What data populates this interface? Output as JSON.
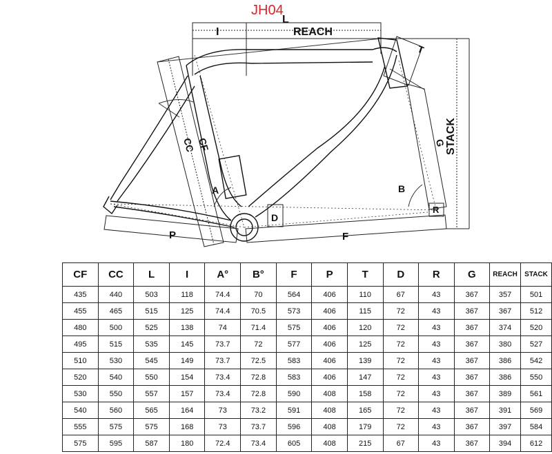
{
  "model": "JH04",
  "labels": {
    "L": "L",
    "I": "I",
    "REACH": "REACH",
    "T": "T",
    "STACK": "STACK",
    "G": "G",
    "B": "B",
    "R": "R",
    "CC": "CC",
    "CF": "CF",
    "A": "A",
    "D": "D",
    "P": "P",
    "F": "F"
  },
  "table": {
    "headers": [
      "CF",
      "CC",
      "L",
      "I",
      "A°",
      "B°",
      "F",
      "P",
      "T",
      "D",
      "R",
      "G",
      "REACH",
      "STACK"
    ],
    "rows": [
      [
        "435",
        "440",
        "503",
        "118",
        "74.4",
        "70",
        "564",
        "406",
        "110",
        "67",
        "43",
        "367",
        "357",
        "501"
      ],
      [
        "455",
        "465",
        "515",
        "125",
        "74.4",
        "70.5",
        "573",
        "406",
        "115",
        "72",
        "43",
        "367",
        "367",
        "512"
      ],
      [
        "480",
        "500",
        "525",
        "138",
        "74",
        "71.4",
        "575",
        "406",
        "120",
        "72",
        "43",
        "367",
        "374",
        "520"
      ],
      [
        "495",
        "515",
        "535",
        "145",
        "73.7",
        "72",
        "577",
        "406",
        "125",
        "72",
        "43",
        "367",
        "380",
        "527"
      ],
      [
        "510",
        "530",
        "545",
        "149",
        "73.7",
        "72.5",
        "583",
        "406",
        "139",
        "72",
        "43",
        "367",
        "386",
        "542"
      ],
      [
        "520",
        "540",
        "550",
        "154",
        "73.4",
        "72.8",
        "583",
        "406",
        "147",
        "72",
        "43",
        "367",
        "386",
        "550"
      ],
      [
        "530",
        "550",
        "557",
        "157",
        "73.4",
        "72.8",
        "590",
        "408",
        "158",
        "72",
        "43",
        "367",
        "389",
        "561"
      ],
      [
        "540",
        "560",
        "565",
        "164",
        "73",
        "73.2",
        "591",
        "408",
        "165",
        "72",
        "43",
        "367",
        "391",
        "569"
      ],
      [
        "555",
        "575",
        "575",
        "168",
        "73",
        "73.7",
        "596",
        "408",
        "179",
        "72",
        "43",
        "367",
        "397",
        "584"
      ],
      [
        "575",
        "595",
        "587",
        "180",
        "72.4",
        "73.4",
        "605",
        "408",
        "215",
        "67",
        "43",
        "367",
        "394",
        "612"
      ]
    ]
  }
}
